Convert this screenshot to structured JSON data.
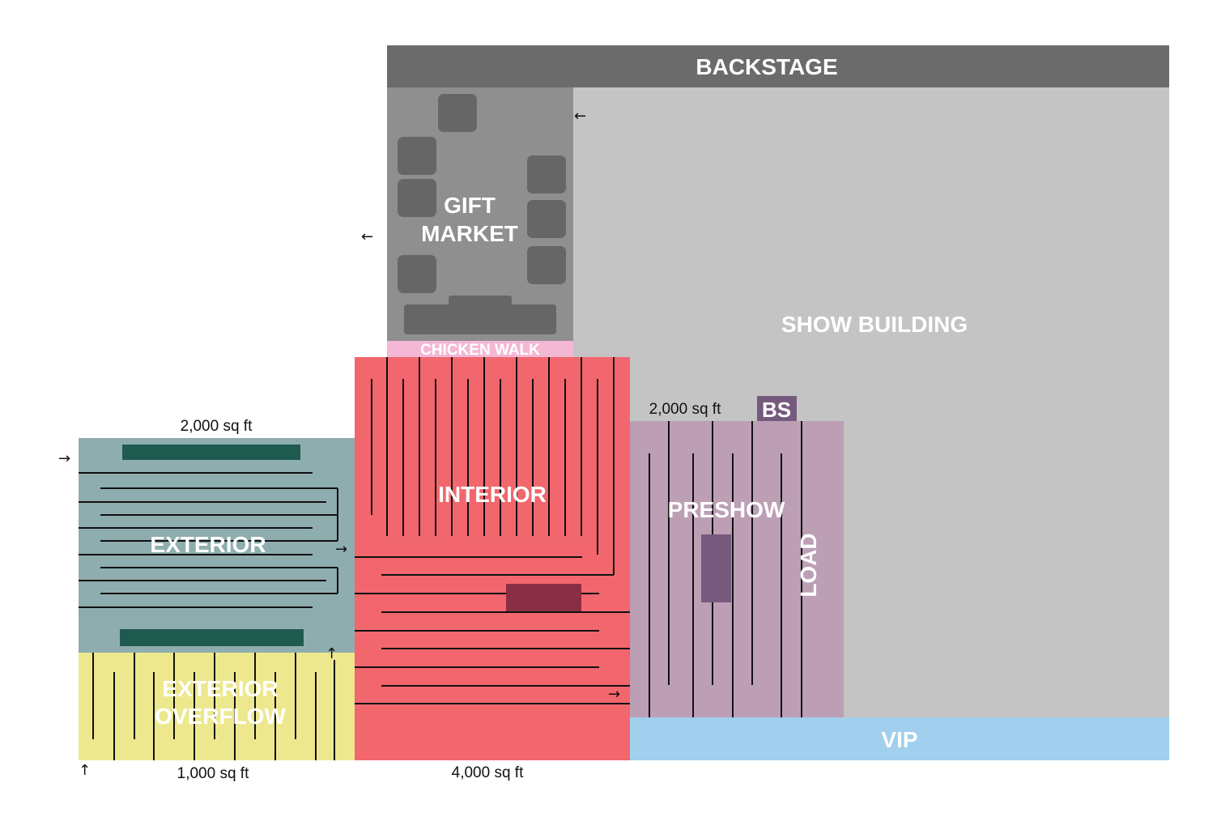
{
  "zones": {
    "backstage": "BACKSTAGE",
    "show_building": "SHOW BUILDING",
    "gift_market_line1": "GIFT",
    "gift_market_line2": "MARKET",
    "chicken_walk": "CHICKEN WALK",
    "interior": "INTERIOR",
    "exterior": "EXTERIOR",
    "exterior_overflow_line1": "EXTERIOR",
    "exterior_overflow_line2": "OVERFLOW",
    "preshow": "PRESHOW",
    "load": "LOAD",
    "bs": "BS",
    "vip": "VIP"
  },
  "areas": {
    "exterior": "2,000 sq ft",
    "preshow": "2,000 sq ft",
    "exterior_overflow": "1,000 sq ft",
    "interior": "4,000 sq ft"
  },
  "arrows": {
    "right": "→",
    "left": "←",
    "up": "↑"
  },
  "colors": {
    "backstage": "#6b6b6b",
    "show_building": "#c4c4c4",
    "gift_market": "#8f8f8f",
    "gift_booth": "#666666",
    "chicken_walk": "#f4b8d4",
    "interior": "#f2666e",
    "interior_block": "#8a2e45",
    "exterior": "#8eadae",
    "exterior_bar": "#1f5a4f",
    "exterior_overflow": "#ede88e",
    "preshow": "#bc9fb5",
    "preshow_block": "#765a7e",
    "bs": "#765a7e",
    "vip": "#a1cfee"
  }
}
